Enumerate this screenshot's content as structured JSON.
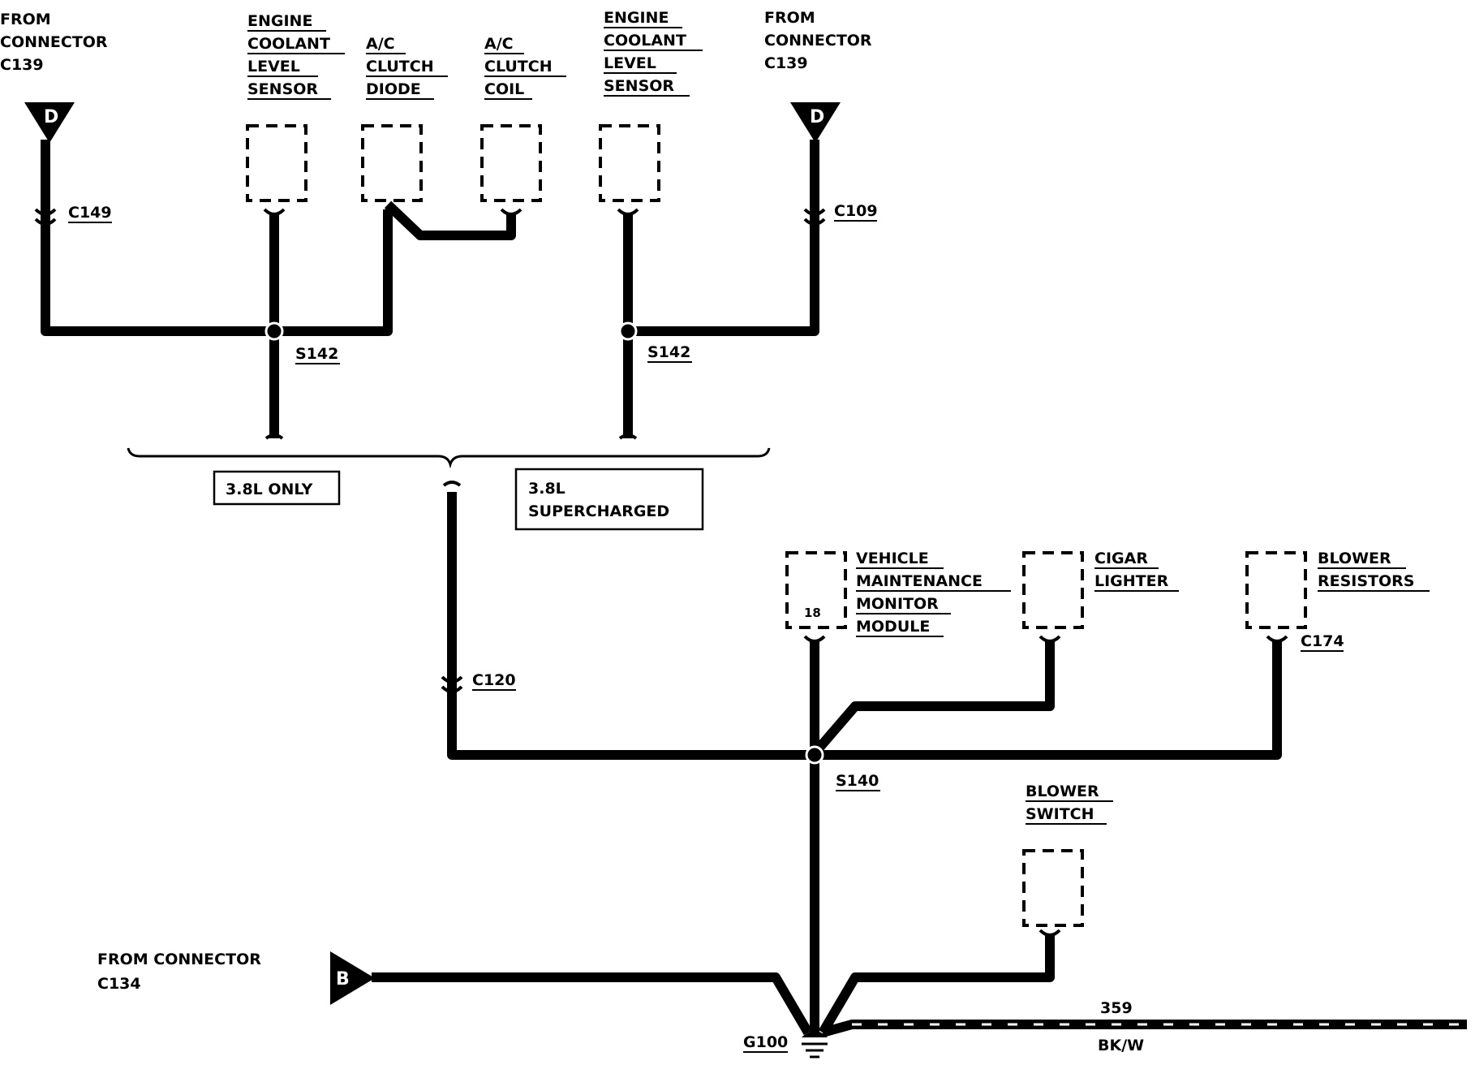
{
  "labels": {
    "from_c139_left": [
      "FROM",
      "CONNECTOR",
      "C139"
    ],
    "from_c139_right": [
      "FROM",
      "CONNECTOR",
      "C139"
    ],
    "from_c134": [
      "FROM CONNECTOR",
      "C134"
    ],
    "coolant_left": [
      "ENGINE",
      "COOLANT",
      "LEVEL",
      "SENSOR"
    ],
    "coolant_right": [
      "ENGINE",
      "COOLANT",
      "LEVEL",
      "SENSOR"
    ],
    "ac_diode": [
      "A/C",
      "CLUTCH",
      "DIODE"
    ],
    "ac_coil": [
      "A/C",
      "CLUTCH",
      "COIL"
    ],
    "vmm": [
      "VEHICLE",
      "MAINTENANCE",
      "MONITOR",
      "MODULE"
    ],
    "vmm_pin": "18",
    "cigar": [
      "CIGAR",
      "LIGHTER"
    ],
    "blower_res": [
      "BLOWER",
      "RESISTORS"
    ],
    "blower_sw": [
      "BLOWER",
      "SWITCH"
    ]
  },
  "connectors": {
    "c149": "C149",
    "c109": "C109",
    "c120": "C120",
    "c174": "C174"
  },
  "splices": {
    "s142_left": "S142",
    "s142_right": "S142",
    "s140": "S140"
  },
  "ground": "G100",
  "option_boxes": {
    "only": "3.8L ONLY",
    "supercharged": [
      "3.8L",
      "SUPERCHARGED"
    ]
  },
  "wire": {
    "circuit": "359",
    "color": "BK/W"
  },
  "connector_letters": {
    "left": "D",
    "right": "D",
    "bottom": "B"
  }
}
